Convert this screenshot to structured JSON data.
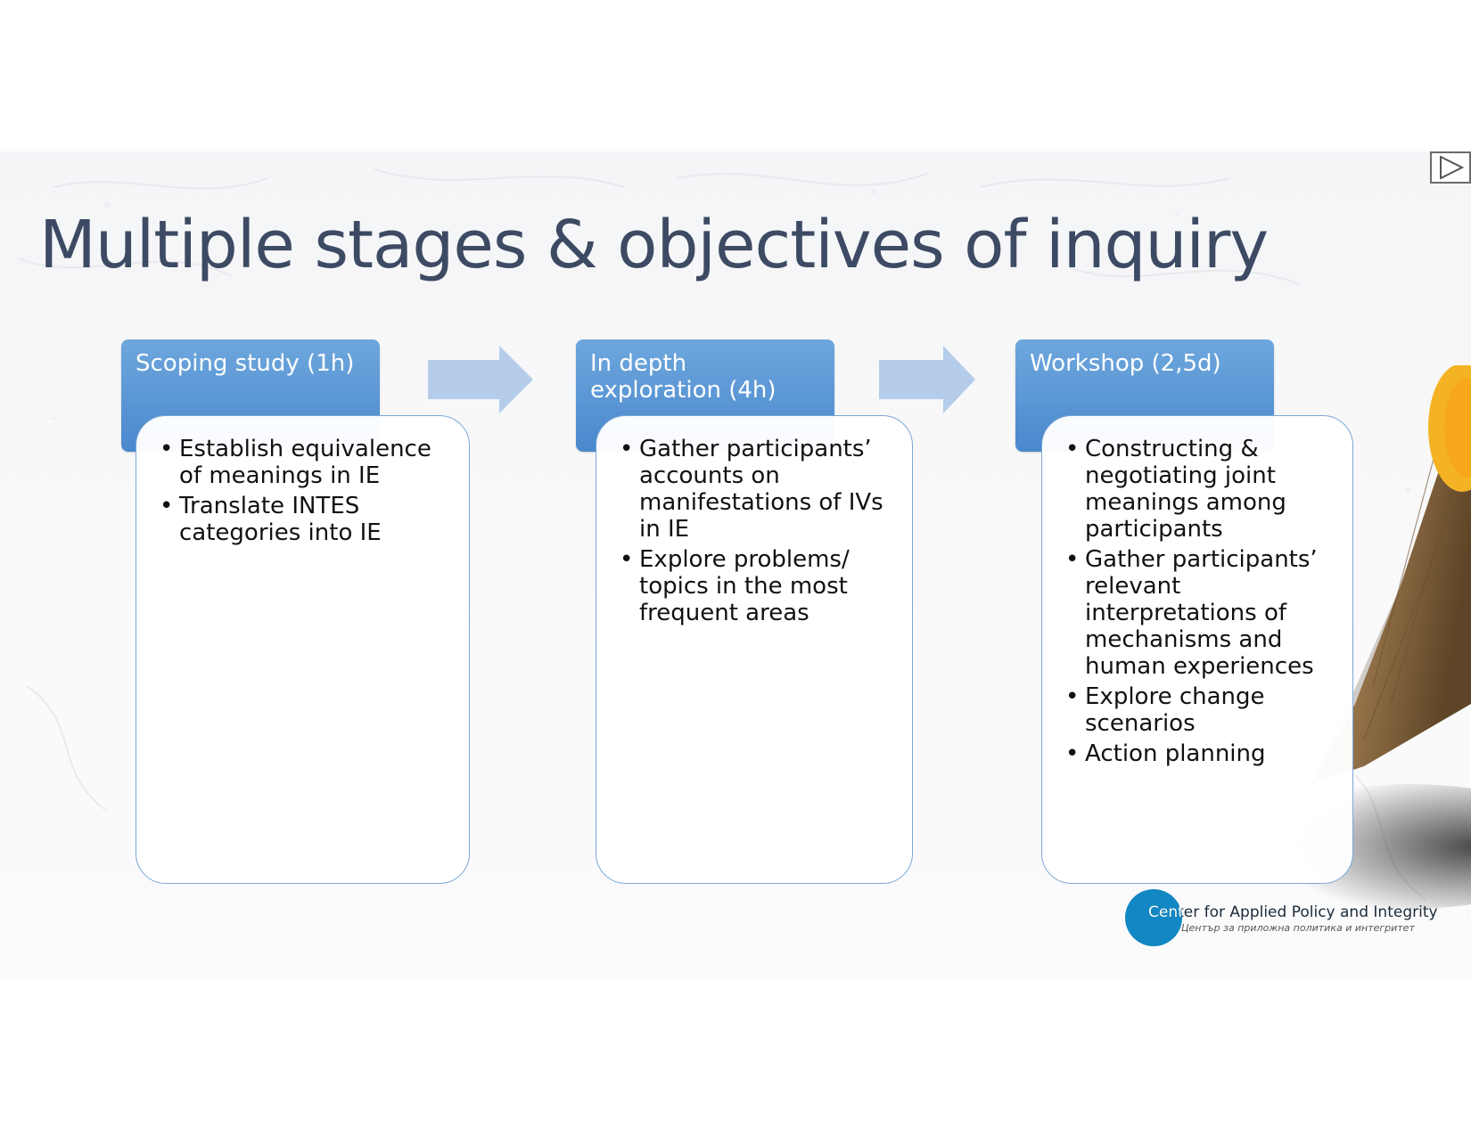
{
  "slide": {
    "title": "Multiple stages & objectives of inquiry",
    "play_icon": "play-triangle-icon"
  },
  "stages": [
    {
      "header": "Scoping study (1h)",
      "items": [
        "Establish equivalence of meanings in IE",
        "Translate INTES categories into IE"
      ]
    },
    {
      "header": "In depth exploration (4h)",
      "items": [
        "Gather participants’ accounts on manifestations of IVs in IE",
        "Explore problems/ topics in the most frequent areas"
      ]
    },
    {
      "header": "Workshop (2,5d)",
      "items": [
        "Constructing & negotiating joint meanings among participants",
        "Gather participants’ relevant interpretations of mechanisms and human experiences",
        "Explore change scenarios",
        "Action planning"
      ]
    }
  ],
  "logo": {
    "name": "Center for Applied Policy and Integrity",
    "subtitle": "Център за приложна политика и интегритет"
  },
  "colors": {
    "title": "#3d4a63",
    "header_fill": "#5b97d6",
    "card_border": "#7aa7d6",
    "arrow": "#b5cdea",
    "logo_blue": "#1287c3"
  }
}
